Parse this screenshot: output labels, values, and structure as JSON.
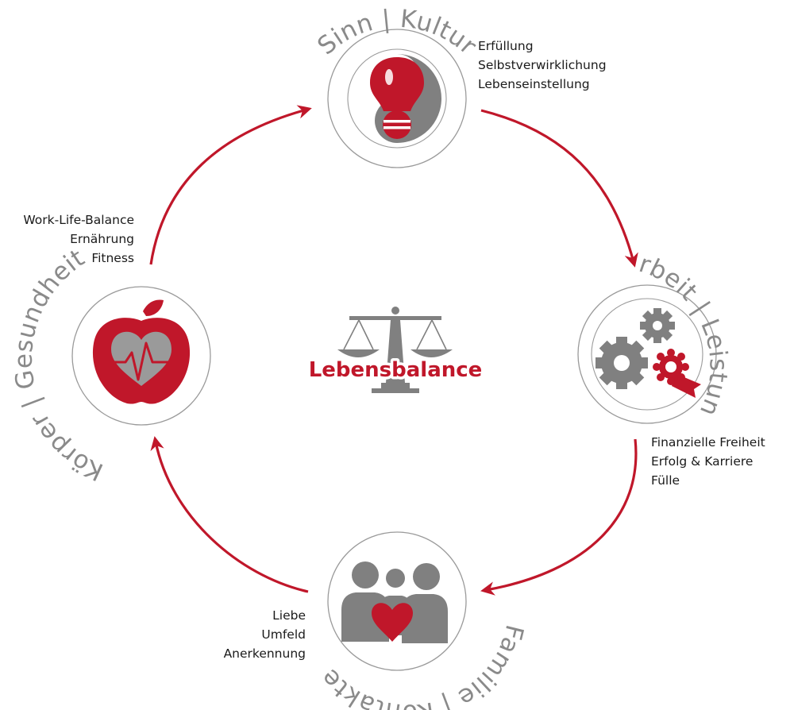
{
  "colors": {
    "accent": "#c0172a",
    "gray": "#808080",
    "ring": "#9a9a9a",
    "text": "#1a1a1a"
  },
  "center": {
    "title": "Lebensbalance",
    "icon": "scale-icon"
  },
  "nodes": {
    "top": {
      "label": "Sinn | Kultur",
      "icon": "lightbulb-yin-yang-icon",
      "items": [
        "Erfüllung",
        "Selbstverwirklichung",
        "Lebenseinstellung"
      ]
    },
    "right": {
      "label": "Arbeit | Leistung",
      "icon": "gears-award-icon",
      "items": [
        "Finanzielle Freiheit",
        "Erfolg & Karriere",
        "Fülle"
      ]
    },
    "bottom": {
      "label": "Familie | Kontakte",
      "icon": "family-heart-icon",
      "items": [
        "Liebe",
        "Umfeld",
        "Anerkennung"
      ]
    },
    "left": {
      "label": "Körper | Gesundheit",
      "icon": "apple-heart-icon",
      "items": [
        "Work-Life-Balance",
        "Ernährung",
        "Fitness"
      ]
    }
  },
  "flow": {
    "direction": "clockwise",
    "icon": "cycle-arrow-icon"
  }
}
